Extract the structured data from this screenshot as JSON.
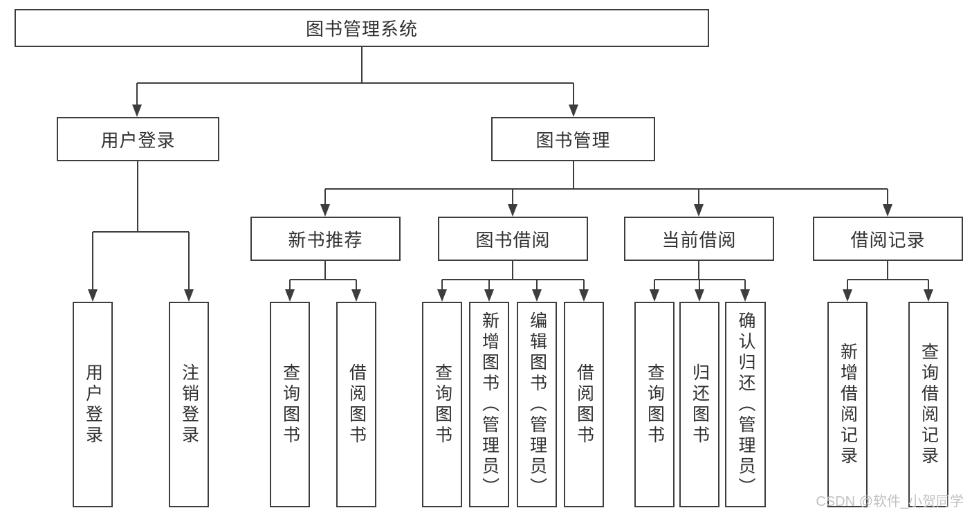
{
  "tree": {
    "label": "图书管理系统",
    "children": [
      {
        "label": "用户登录",
        "children": [
          {
            "label": "用户登录"
          },
          {
            "label": "注销登录"
          }
        ]
      },
      {
        "label": "图书管理",
        "children": [
          {
            "label": "新书推荐",
            "children": [
              {
                "label": "查询图书"
              },
              {
                "label": "借阅图书"
              }
            ]
          },
          {
            "label": "图书借阅",
            "children": [
              {
                "label": "查询图书"
              },
              {
                "label": "新增图书（管理员）"
              },
              {
                "label": "编辑图书（管理员）"
              },
              {
                "label": "借阅图书"
              }
            ]
          },
          {
            "label": "当前借阅",
            "children": [
              {
                "label": "查询图书"
              },
              {
                "label": "归还图书"
              },
              {
                "label": "确认归还（管理员）"
              }
            ]
          },
          {
            "label": "借阅记录",
            "children": [
              {
                "label": "新增借阅记录"
              },
              {
                "label": "查询借阅记录"
              }
            ]
          }
        ]
      }
    ]
  },
  "watermark": {
    "text": "CSDN @软件_小贺同学"
  },
  "colors": {
    "line": "#3d3d3d",
    "text": "#303030",
    "watermark": "#c2c2c2",
    "background": "#ffffff"
  }
}
